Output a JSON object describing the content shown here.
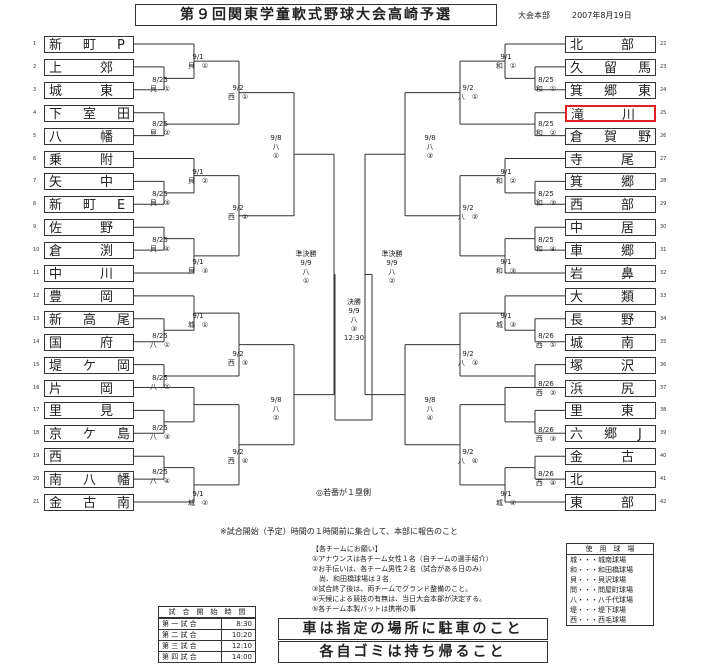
{
  "header": {
    "title": "第９回関東学童軟式野球大会高崎予選",
    "organizer": "大会本部",
    "date": "2007年8月19日"
  },
  "left_teams": [
    {
      "num": "1",
      "name": "新　町　P"
    },
    {
      "num": "2",
      "name": "上　　郊"
    },
    {
      "num": "3",
      "name": "城　　東"
    },
    {
      "num": "4",
      "name": "下　室　田"
    },
    {
      "num": "5",
      "name": "八　　幡"
    },
    {
      "num": "6",
      "name": "乗　　附"
    },
    {
      "num": "7",
      "name": "矢　　中"
    },
    {
      "num": "8",
      "name": "新　町　E"
    },
    {
      "num": "9",
      "name": "佐　　野"
    },
    {
      "num": "10",
      "name": "倉　　渕"
    },
    {
      "num": "11",
      "name": "中　　川"
    },
    {
      "num": "12",
      "name": "豊　　岡"
    },
    {
      "num": "13",
      "name": "新　高　尾"
    },
    {
      "num": "14",
      "name": "国　　府"
    },
    {
      "num": "15",
      "name": "堤　ケ　岡"
    },
    {
      "num": "16",
      "name": "片　　岡"
    },
    {
      "num": "17",
      "name": "里　　見"
    },
    {
      "num": "18",
      "name": "京　ケ　島"
    },
    {
      "num": "19",
      "name": "西"
    },
    {
      "num": "20",
      "name": "南　八　幡"
    },
    {
      "num": "21",
      "name": "金　古　南"
    }
  ],
  "right_teams": [
    {
      "num": "22",
      "name": "北　　部"
    },
    {
      "num": "23",
      "name": "久　留　馬"
    },
    {
      "num": "24",
      "name": "箕　郷　東"
    },
    {
      "num": "25",
      "name": "滝　　川"
    },
    {
      "num": "26",
      "name": "倉　賀　野"
    },
    {
      "num": "27",
      "name": "寺　　尾"
    },
    {
      "num": "28",
      "name": "箕　　郷"
    },
    {
      "num": "29",
      "name": "西　　部"
    },
    {
      "num": "30",
      "name": "中　　居"
    },
    {
      "num": "31",
      "name": "車　　郷"
    },
    {
      "num": "32",
      "name": "岩　　鼻"
    },
    {
      "num": "33",
      "name": "大　　類"
    },
    {
      "num": "34",
      "name": "長　　野"
    },
    {
      "num": "35",
      "name": "城　　南"
    },
    {
      "num": "36",
      "name": "塚　　沢"
    },
    {
      "num": "37",
      "name": "浜　　尻"
    },
    {
      "num": "38",
      "name": "里　　東"
    },
    {
      "num": "39",
      "name": "六　郷　J"
    },
    {
      "num": "40",
      "name": "金　　古"
    },
    {
      "num": "41",
      "name": "北"
    },
    {
      "num": "42",
      "name": "東　　部"
    }
  ],
  "match_labels": [
    "9/1\n貝　①",
    "8/25\n貝　①",
    "9/2\n西　①",
    "8/25\n貝　②",
    "9/1\n貝　②",
    "8/25\n貝　③",
    "9/2\n西　②",
    "8/25\n貝　④",
    "9/1\n貝　③",
    "9/8\n八\n①",
    "9/1\n城　①",
    "8/25\n八　①",
    "9/2\n西　③",
    "8/25\n八　②",
    "8/25\n八　③",
    "9/2\n西　④",
    "8/25\n八　④",
    "9/1\n城　②",
    "9/8\n八\n②",
    "準決勝\n9/9\n八\n①",
    "決勝\n9/9\n八\n③\n12:30",
    "準決勝\n9/9\n八\n②",
    "9/1\n和　①",
    "8/25\n和　①",
    "9/2\n八　①",
    "8/25\n和　②",
    "9/1\n和　②",
    "8/25\n和　③",
    "9/2\n八　②",
    "8/25\n和　④",
    "9/1\n和　③",
    "9/8\n八\n③",
    "9/1\n城　③",
    "8/26\n西　①",
    "9/2\n八　③",
    "8/26\n西　②",
    "8/26\n西　③",
    "9/2\n八　④",
    "8/26\n西　④",
    "9/1\n城　④",
    "9/8\n八\n④"
  ],
  "note_home": "◎若番が１塁側",
  "note_gather": "※試合開始（予定）時間の１時間前に集合して、本部に報告のこと",
  "requests": {
    "title": "【各チームにお願い】",
    "items": [
      "①アナウンスは各チーム女性１名（自チームの選手紹介）",
      "②お手伝いは、各チーム男性２名（試合がある日のみ）",
      "　尚、和田橋球場は３名",
      "③試合終了後は、両チームでグランド整備のこと。",
      "④天候による競技の有無は、当日大会本部が決定する。",
      "⑤各チーム本製バットは携帯の事"
    ]
  },
  "fields": {
    "title": "使　用　球　場",
    "items": [
      "城・・・城南球場",
      "和・・・和田橋球場",
      "貝・・・貝沢球場",
      "問・・・問屋町球場",
      "八・・・八千代球場",
      "堤・・・堤下球場",
      "西・・・西毛球場"
    ]
  },
  "schedule": {
    "title": "試　合　開　始　時　間",
    "rows": [
      {
        "label": "第 一 試 合",
        "time": "8:30"
      },
      {
        "label": "第 二 試 合",
        "time": "10:20"
      },
      {
        "label": "第 三 試 合",
        "time": "12:10"
      },
      {
        "label": "第 四 試 合",
        "time": "14:00"
      }
    ]
  },
  "notices": [
    "車は指定の場所に駐車のこと",
    "各自ゴミは持ち帰ること"
  ]
}
